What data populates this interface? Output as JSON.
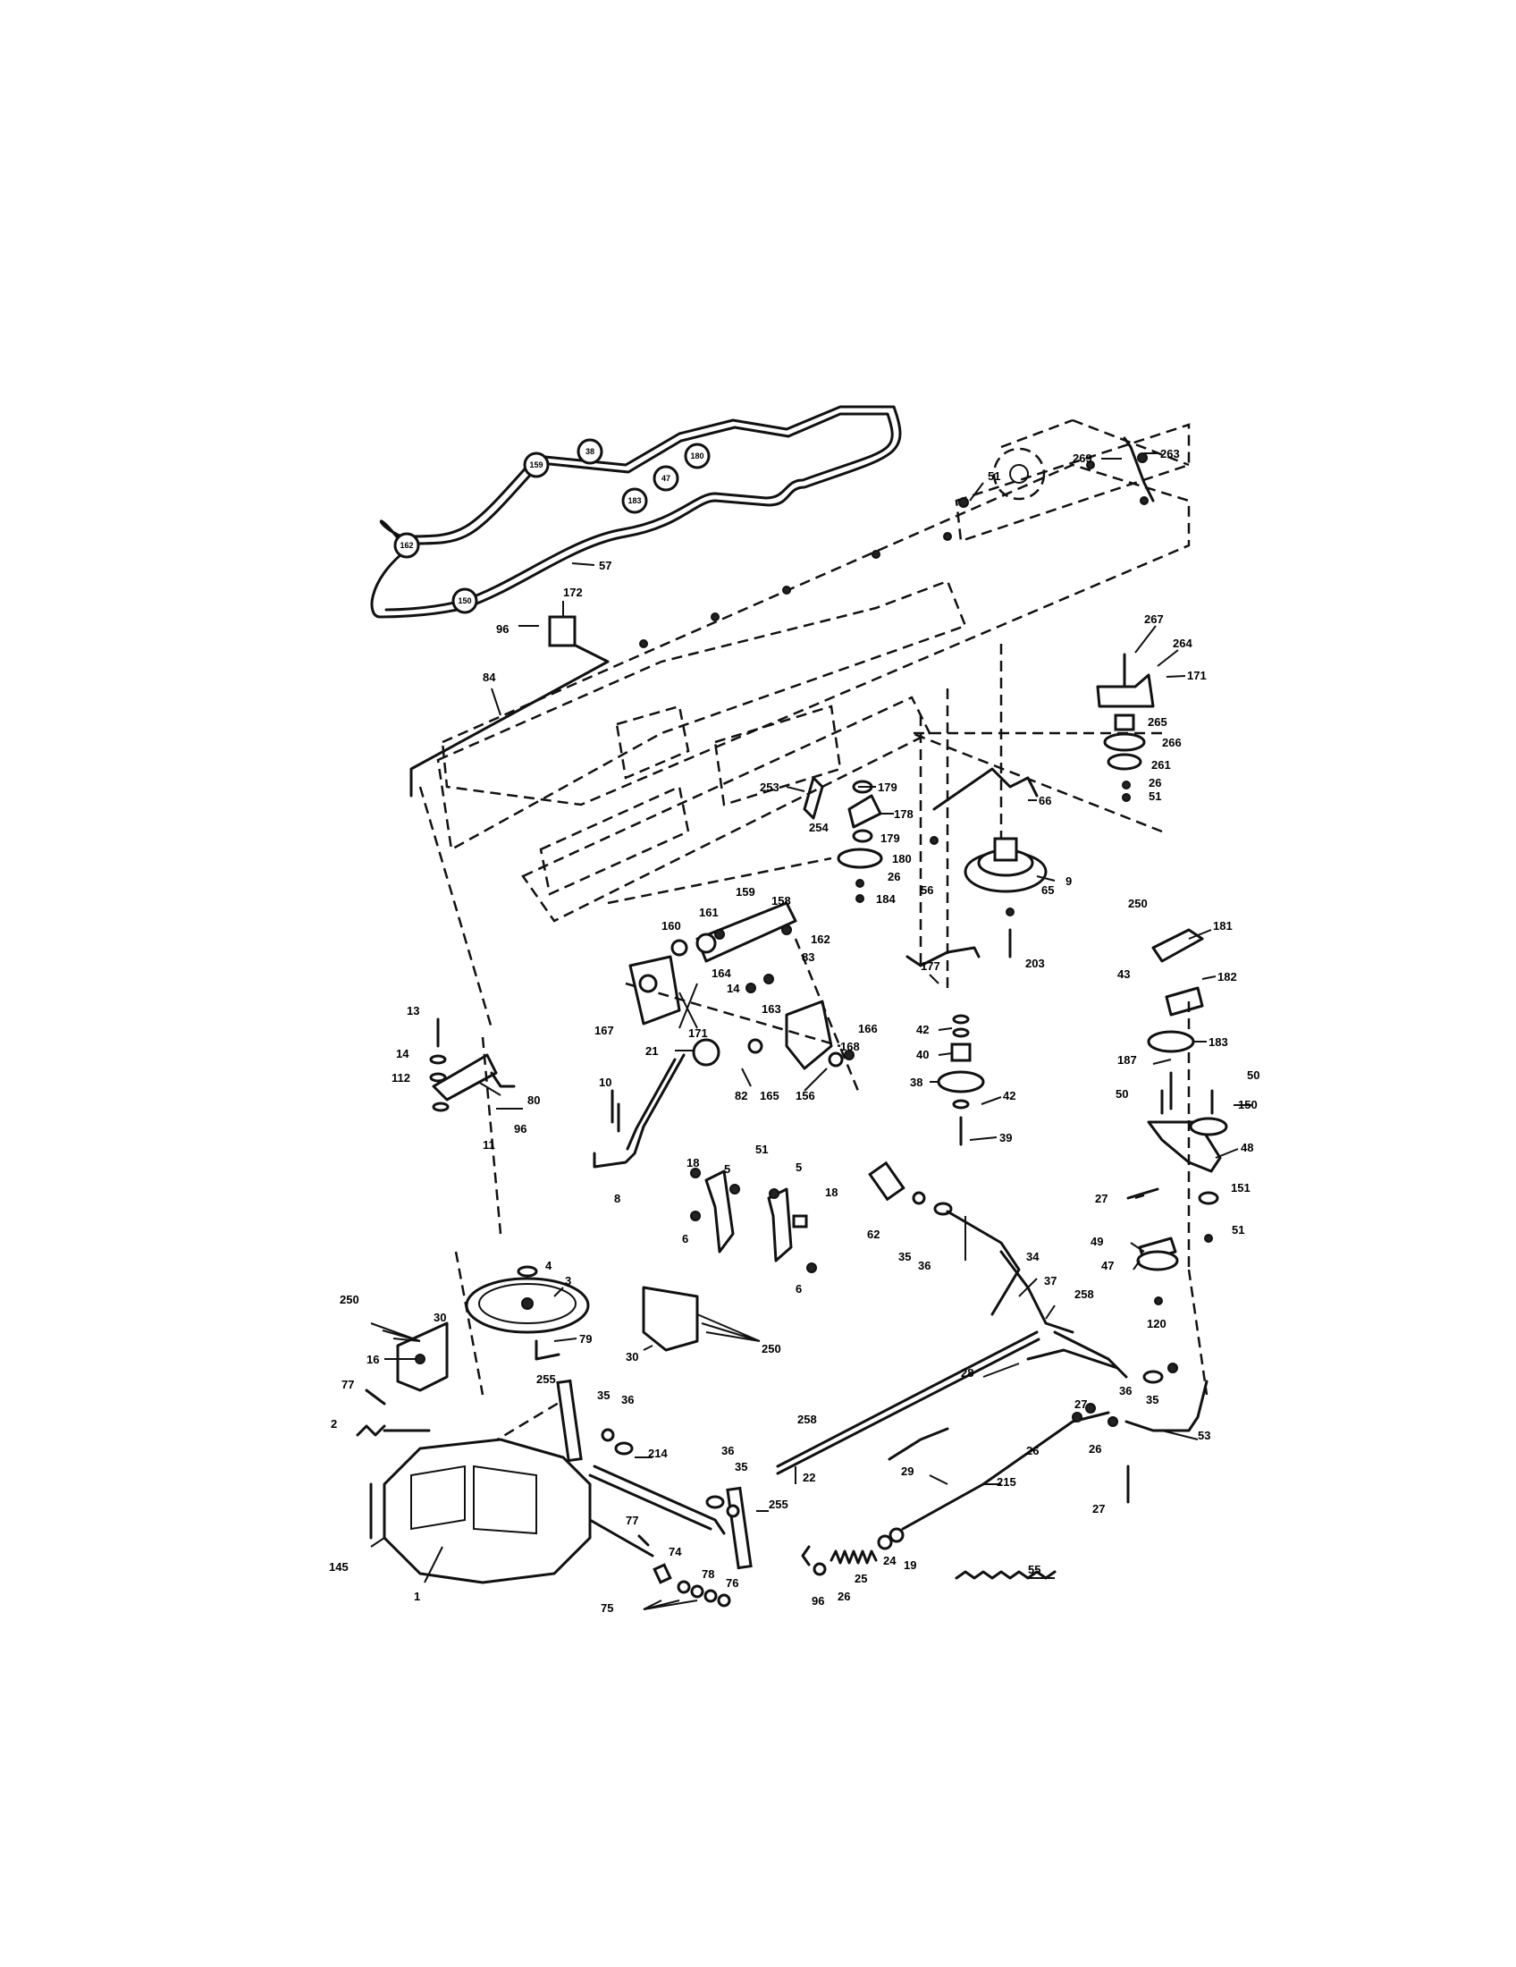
{
  "diagram": {
    "callouts": [
      {
        "id": "c57",
        "text": "57"
      },
      {
        "id": "c172",
        "text": "172"
      },
      {
        "id": "c96a",
        "text": "96"
      },
      {
        "id": "c84",
        "text": "84"
      },
      {
        "id": "c51a",
        "text": "51"
      },
      {
        "id": "c269",
        "text": "269"
      },
      {
        "id": "c263",
        "text": "263"
      },
      {
        "id": "c267",
        "text": "267"
      },
      {
        "id": "c264",
        "text": "264"
      },
      {
        "id": "c171a",
        "text": "171"
      },
      {
        "id": "c265",
        "text": "265"
      },
      {
        "id": "c266",
        "text": "266"
      },
      {
        "id": "c261",
        "text": "261"
      },
      {
        "id": "c26a",
        "text": "26"
      },
      {
        "id": "c51b",
        "text": "51"
      },
      {
        "id": "c179a",
        "text": "179"
      },
      {
        "id": "c178",
        "text": "178"
      },
      {
        "id": "c179b",
        "text": "179"
      },
      {
        "id": "c180",
        "text": "180"
      },
      {
        "id": "c26b",
        "text": "26"
      },
      {
        "id": "c184",
        "text": "184"
      },
      {
        "id": "c253",
        "text": "253"
      },
      {
        "id": "c254",
        "text": "254"
      },
      {
        "id": "c66",
        "text": "66"
      },
      {
        "id": "c56",
        "text": "56"
      },
      {
        "id": "c9",
        "text": "9"
      },
      {
        "id": "c65",
        "text": "65"
      },
      {
        "id": "c203",
        "text": "203"
      },
      {
        "id": "c181",
        "text": "181"
      },
      {
        "id": "c250a",
        "text": "250"
      },
      {
        "id": "c43",
        "text": "43"
      },
      {
        "id": "c182",
        "text": "182"
      },
      {
        "id": "c183",
        "text": "183"
      },
      {
        "id": "c187",
        "text": "187"
      },
      {
        "id": "c159",
        "text": "159"
      },
      {
        "id": "c161",
        "text": "161"
      },
      {
        "id": "c158",
        "text": "158"
      },
      {
        "id": "c160",
        "text": "160"
      },
      {
        "id": "c162",
        "text": "162"
      },
      {
        "id": "c164",
        "text": "164"
      },
      {
        "id": "c14a",
        "text": "14"
      },
      {
        "id": "c83",
        "text": "83"
      },
      {
        "id": "c163",
        "text": "163"
      },
      {
        "id": "c167",
        "text": "167"
      },
      {
        "id": "c171b",
        "text": "171"
      },
      {
        "id": "c177",
        "text": "177"
      },
      {
        "id": "c42a",
        "text": "42"
      },
      {
        "id": "c40",
        "text": "40"
      },
      {
        "id": "c38",
        "text": "38"
      },
      {
        "id": "c42b",
        "text": "42"
      },
      {
        "id": "c39",
        "text": "39"
      },
      {
        "id": "c168",
        "text": "168"
      },
      {
        "id": "c166",
        "text": "166"
      },
      {
        "id": "c82",
        "text": "82"
      },
      {
        "id": "c165",
        "text": "165"
      },
      {
        "id": "c156",
        "text": "156"
      },
      {
        "id": "c21",
        "text": "21"
      },
      {
        "id": "c13",
        "text": "13"
      },
      {
        "id": "c14b",
        "text": "14"
      },
      {
        "id": "c112",
        "text": "112"
      },
      {
        "id": "c80",
        "text": "80"
      },
      {
        "id": "c96b",
        "text": "96"
      },
      {
        "id": "c11",
        "text": "11"
      },
      {
        "id": "c10",
        "text": "10"
      },
      {
        "id": "c8",
        "text": "8"
      },
      {
        "id": "c18a",
        "text": "18"
      },
      {
        "id": "c5a",
        "text": "5"
      },
      {
        "id": "c51c",
        "text": "51"
      },
      {
        "id": "c5b",
        "text": "5"
      },
      {
        "id": "c18b",
        "text": "18"
      },
      {
        "id": "c6a",
        "text": "6"
      },
      {
        "id": "c6b",
        "text": "6"
      },
      {
        "id": "c62",
        "text": "62"
      },
      {
        "id": "c35a",
        "text": "35"
      },
      {
        "id": "c36a",
        "text": "36"
      },
      {
        "id": "c34",
        "text": "34"
      },
      {
        "id": "c37",
        "text": "37"
      },
      {
        "id": "c258a",
        "text": "258"
      },
      {
        "id": "c50a",
        "text": "50"
      },
      {
        "id": "c50b",
        "text": "50"
      },
      {
        "id": "c150",
        "text": "150"
      },
      {
        "id": "c48",
        "text": "48"
      },
      {
        "id": "c27a",
        "text": "27"
      },
      {
        "id": "c151",
        "text": "151"
      },
      {
        "id": "c49",
        "text": "49"
      },
      {
        "id": "c51d",
        "text": "51"
      },
      {
        "id": "c47",
        "text": "47"
      },
      {
        "id": "c120",
        "text": "120"
      },
      {
        "id": "c36b",
        "text": "36"
      },
      {
        "id": "c35b",
        "text": "35"
      },
      {
        "id": "c4",
        "text": "4"
      },
      {
        "id": "c3",
        "text": "3"
      },
      {
        "id": "c250b",
        "text": "250"
      },
      {
        "id": "c30a",
        "text": "30"
      },
      {
        "id": "c16",
        "text": "16"
      },
      {
        "id": "c79",
        "text": "79"
      },
      {
        "id": "c30b",
        "text": "30"
      },
      {
        "id": "c250c",
        "text": "250"
      },
      {
        "id": "c77a",
        "text": "77"
      },
      {
        "id": "c2",
        "text": "2"
      },
      {
        "id": "c255a",
        "text": "255"
      },
      {
        "id": "c35c",
        "text": "35"
      },
      {
        "id": "c36c",
        "text": "36"
      },
      {
        "id": "c28",
        "text": "28"
      },
      {
        "id": "c27b",
        "text": "27"
      },
      {
        "id": "c26c",
        "text": "26"
      },
      {
        "id": "c26d",
        "text": "26"
      },
      {
        "id": "c53",
        "text": "53"
      },
      {
        "id": "c258b",
        "text": "258"
      },
      {
        "id": "c22",
        "text": "22"
      },
      {
        "id": "c29",
        "text": "29"
      },
      {
        "id": "c215",
        "text": "215"
      },
      {
        "id": "c214",
        "text": "214"
      },
      {
        "id": "c36d",
        "text": "36"
      },
      {
        "id": "c35d",
        "text": "35"
      },
      {
        "id": "c255b",
        "text": "255"
      },
      {
        "id": "c27c",
        "text": "27"
      },
      {
        "id": "c145",
        "text": "145"
      },
      {
        "id": "c1",
        "text": "1"
      },
      {
        "id": "c77b",
        "text": "77"
      },
      {
        "id": "c74",
        "text": "74"
      },
      {
        "id": "c78",
        "text": "78"
      },
      {
        "id": "c76",
        "text": "76"
      },
      {
        "id": "c75",
        "text": "75"
      },
      {
        "id": "c96c",
        "text": "96"
      },
      {
        "id": "c26e",
        "text": "26"
      },
      {
        "id": "c25",
        "text": "25"
      },
      {
        "id": "c24",
        "text": "24"
      },
      {
        "id": "c19",
        "text": "19"
      },
      {
        "id": "c55",
        "text": "55"
      }
    ],
    "belt_pulleys": [
      {
        "id": "p162",
        "text": "162"
      },
      {
        "id": "p159",
        "text": "159"
      },
      {
        "id": "p38",
        "text": "38"
      },
      {
        "id": "p47",
        "text": "47"
      },
      {
        "id": "p180",
        "text": "180"
      },
      {
        "id": "p183",
        "text": "183"
      },
      {
        "id": "p150",
        "text": "150"
      }
    ]
  }
}
